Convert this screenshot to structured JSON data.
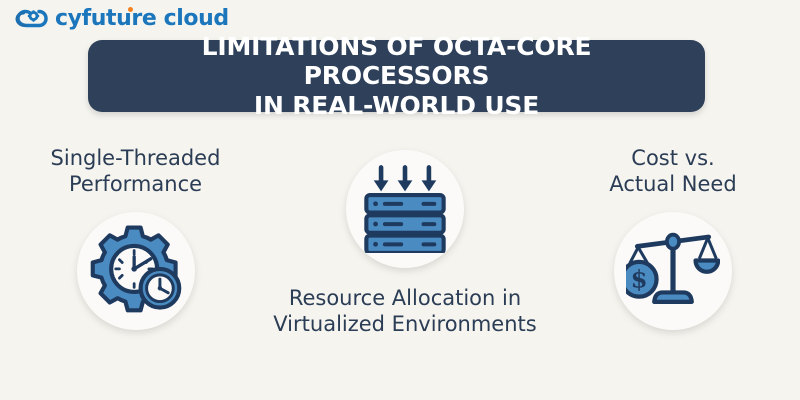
{
  "brand": {
    "logo_icon": "cloud-infinity-gear-logo",
    "name_part1": "cyfuture",
    "name_part2": " cloud",
    "text_color": "#1b76bc",
    "accent_dot_color": "#f58220"
  },
  "banner": {
    "title": "LIMITATIONS OF OCTA-CORE PROCESSORS\nIN REAL-WORLD USE",
    "background_color": "#2e405a",
    "text_color": "#ffffff"
  },
  "page": {
    "background_color": "#f5f4ef",
    "caption_color": "#2b3c55",
    "icon_fill": "#4a8bc2",
    "icon_stroke": "#1f3a5f",
    "icon_circle_color": "#fbfaf8"
  },
  "columns": [
    {
      "id": "single-threaded-performance",
      "caption": "Single-Threaded\nPerformance",
      "icon": "gear-clock-icon",
      "caption_position": "above"
    },
    {
      "id": "resource-allocation",
      "caption": "Resource Allocation in\nVirtualized Environments",
      "icon": "server-rack-download-icon",
      "caption_position": "below"
    },
    {
      "id": "cost-vs-actual-need",
      "caption": "Cost vs.\nActual Need",
      "icon": "balance-scale-dollar-icon",
      "caption_position": "above"
    }
  ]
}
